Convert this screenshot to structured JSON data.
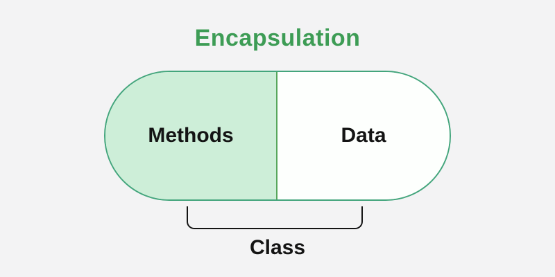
{
  "title": {
    "text": "Encapsulation"
  },
  "capsule": {
    "left_label": "Methods",
    "right_label": "Data"
  },
  "brace": {
    "label": "Class"
  },
  "colors": {
    "background": "#f3f3f4",
    "title": "#3d9c55",
    "capsule-border": "#43a57c",
    "capsule-divider": "#57a75c",
    "capsule-left-fill": "#cdeed8",
    "capsule-right-fill": "#fdfffd",
    "label-text": "#141414",
    "brace-line": "#141414"
  }
}
